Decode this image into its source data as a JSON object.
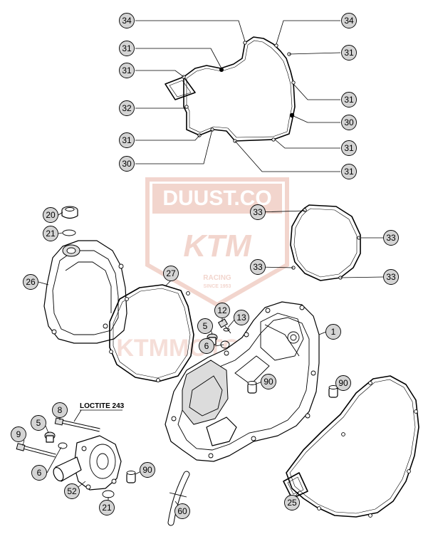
{
  "watermark": {
    "site": "DUUST.CO",
    "brand": "KTM",
    "racing": "RACING",
    "since": "SINCE 1953",
    "overlay": "KTMMOTORRAD",
    "color": "#e8b3a6"
  },
  "note": {
    "loctite": "LOCTITE 243"
  },
  "callouts": [
    {
      "label": "34"
    },
    {
      "label": "34"
    },
    {
      "label": "31"
    },
    {
      "label": "31"
    },
    {
      "label": "31"
    },
    {
      "label": "32"
    },
    {
      "label": "31"
    },
    {
      "label": "31"
    },
    {
      "label": "30"
    },
    {
      "label": "31"
    },
    {
      "label": "31"
    },
    {
      "label": "30"
    },
    {
      "label": "31"
    },
    {
      "label": "20"
    },
    {
      "label": "21"
    },
    {
      "label": "26"
    },
    {
      "label": "27"
    },
    {
      "label": "33"
    },
    {
      "label": "33"
    },
    {
      "label": "33"
    },
    {
      "label": "33"
    },
    {
      "label": "12"
    },
    {
      "label": "13"
    },
    {
      "label": "5"
    },
    {
      "label": "6"
    },
    {
      "label": "1"
    },
    {
      "label": "90"
    },
    {
      "label": "90"
    },
    {
      "label": "8"
    },
    {
      "label": "5"
    },
    {
      "label": "9"
    },
    {
      "label": "6"
    },
    {
      "label": "52"
    },
    {
      "label": "90"
    },
    {
      "label": "21"
    },
    {
      "label": "60"
    },
    {
      "label": "25"
    }
  ]
}
